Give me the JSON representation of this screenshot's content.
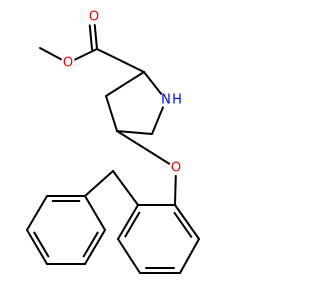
{
  "atoms": [
    {
      "id": "o_methyl",
      "label": "O",
      "color": "#ff0000"
    },
    {
      "id": "o_carbonyl",
      "label": "O",
      "color": "#ff0000"
    },
    {
      "id": "o_ether",
      "label": "O",
      "color": "#ff0000"
    },
    {
      "id": "n_ring",
      "label": "N",
      "color": "#0000ff"
    },
    {
      "id": "h_ring",
      "label": "H",
      "color": "#0000ff"
    }
  ],
  "colors": {
    "bond": "#000000",
    "oxygen": "#ff0000",
    "nitrogen": "#0000ff",
    "background": "#ffffff"
  }
}
